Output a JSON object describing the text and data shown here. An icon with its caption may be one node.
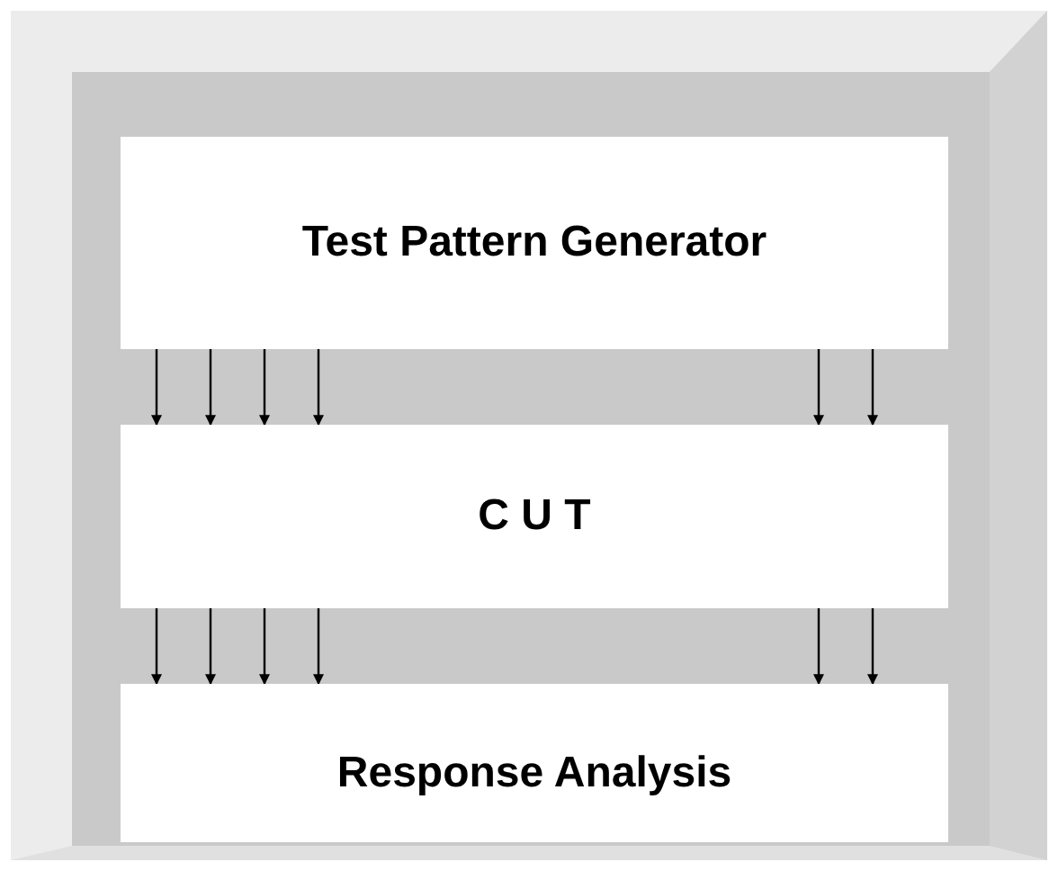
{
  "diagram": {
    "nodes": [
      {
        "text": [
          "Test Pattern Generator"
        ]
      },
      {
        "text": [
          "C U T"
        ]
      },
      {
        "text": [
          "Response Analysis"
        ]
      }
    ],
    "edges": [
      {
        "from": 0,
        "to": 1,
        "arrow": "to"
      },
      {
        "from": 0,
        "to": 1,
        "arrow": "to"
      },
      {
        "from": 0,
        "to": 1,
        "arrow": "to"
      },
      {
        "from": 0,
        "to": 1,
        "arrow": "to"
      },
      {
        "from": 0,
        "to": 1,
        "arrow": "to"
      },
      {
        "from": 0,
        "to": 1,
        "arrow": "to"
      },
      {
        "from": 1,
        "to": 2,
        "arrow": "to"
      },
      {
        "from": 1,
        "to": 2,
        "arrow": "to"
      },
      {
        "from": 1,
        "to": 2,
        "arrow": "to"
      },
      {
        "from": 1,
        "to": 2,
        "arrow": "to"
      },
      {
        "from": 1,
        "to": 2,
        "arrow": "to"
      },
      {
        "from": 1,
        "to": 2,
        "arrow": "to"
      }
    ]
  }
}
